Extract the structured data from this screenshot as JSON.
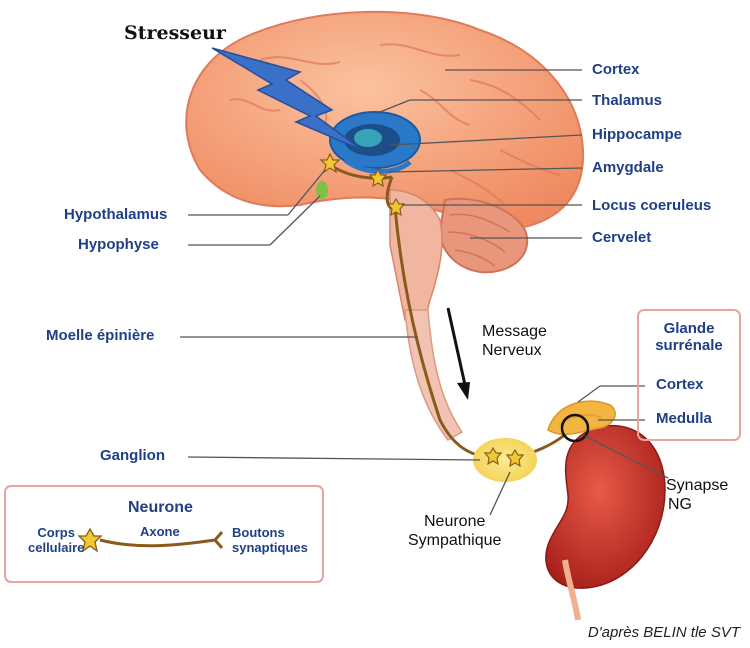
{
  "title": "Stresseur",
  "labels_right": {
    "cortex": "Cortex",
    "thalamus": "Thalamus",
    "hippocampe": "Hippocampe",
    "amygdale": "Amygdale",
    "locus": "Locus coeruleus",
    "cervelet": "Cervelet"
  },
  "labels_left": {
    "hypothalamus": "Hypothalamus",
    "hypophyse": "Hypophyse",
    "moelle": "Moelle épinière",
    "ganglion": "Ganglion"
  },
  "message": {
    "line1": "Message",
    "line2": "Nerveux"
  },
  "glande": {
    "title_line1": "Glande",
    "title_line2": "surrénale",
    "cortex": "Cortex",
    "medulla": "Medulla"
  },
  "synapse": {
    "line1": "Synapse",
    "line2": "NG"
  },
  "neurone_sympathique": {
    "line1": "Neurone",
    "line2": "Sympathique"
  },
  "legend": {
    "title": "Neurone",
    "corps_line1": "Corps",
    "corps_line2": "cellulaire",
    "axone": "Axone",
    "boutons_line1": "Boutons",
    "boutons_line2": "synaptiques"
  },
  "credit": "D'après BELIN tle SVT",
  "colors": {
    "brain": "#f4a078",
    "brain_dark": "#e07a5a",
    "label_blue": "#1f3f86",
    "limbic_blue": "#2a78c8",
    "bolt": "#3a70c8",
    "kidney": "#c8312a",
    "adrenal": "#f2b640",
    "ganglion": "#f7e27a"
  }
}
